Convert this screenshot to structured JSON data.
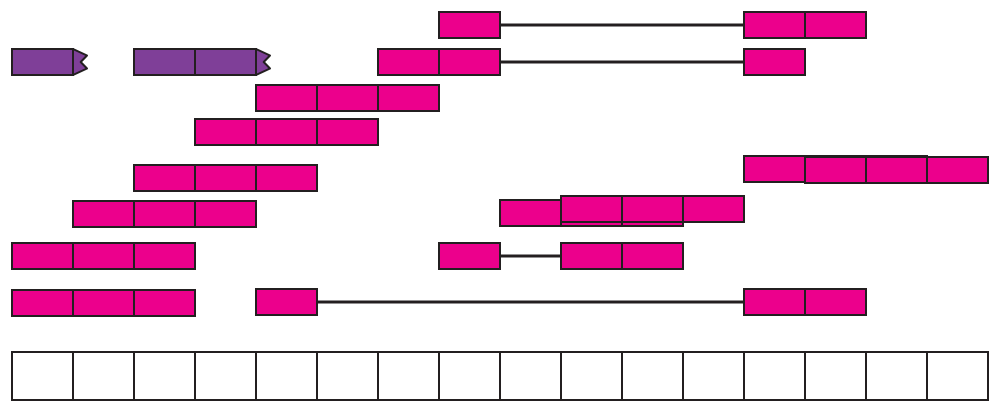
{
  "colors": {
    "read_block": "#ec008c",
    "arrow_block": "#7f3f98",
    "reference_cell": "#ffffff",
    "stroke": "#231f20",
    "connector": "#231f20"
  },
  "reference": {
    "cell_count": 16
  },
  "arrow_reads": [
    {
      "start": 0,
      "units": 1
    },
    {
      "start": 2,
      "units": 2
    }
  ],
  "reads": [
    {
      "segments": [
        {
          "start": 7,
          "units": 1
        },
        {
          "start": 12,
          "units": 2
        }
      ]
    },
    {
      "segments": [
        {
          "start": 6,
          "units": 2
        },
        {
          "start": 12,
          "units": 1
        }
      ]
    },
    {
      "segments": [
        {
          "start": 4,
          "units": 3
        }
      ]
    },
    {
      "segments": [
        {
          "start": 3,
          "units": 3
        }
      ]
    },
    {
      "segments": [
        {
          "start": 12,
          "units": 3
        }
      ]
    },
    {
      "segments": [
        {
          "start": 8,
          "units": 3
        }
      ]
    },
    {
      "segments": [
        {
          "start": 13,
          "units": 3
        }
      ]
    },
    {
      "segments": [
        {
          "start": 2,
          "units": 3
        }
      ]
    },
    {
      "segments": [
        {
          "start": 1,
          "units": 3
        }
      ]
    },
    {
      "segments": [
        {
          "start": 9,
          "units": 3
        }
      ]
    },
    {
      "segments": [
        {
          "start": 0,
          "units": 3
        }
      ]
    },
    {
      "segments": [
        {
          "start": 7,
          "units": 1
        },
        {
          "start": 9,
          "units": 2
        }
      ]
    },
    {
      "segments": [
        {
          "start": 0,
          "units": 3
        }
      ]
    },
    {
      "segments": [
        {
          "start": 4,
          "units": 1
        },
        {
          "start": 12,
          "units": 2
        }
      ]
    }
  ]
}
